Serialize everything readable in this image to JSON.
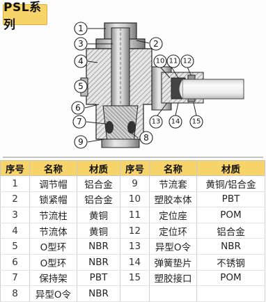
{
  "title": "PSL系列",
  "callouts": [
    "1",
    "2",
    "3",
    "4",
    "5",
    "6",
    "7",
    "8",
    "9",
    "10",
    "11",
    "12",
    "13",
    "14",
    "15"
  ],
  "table": {
    "headers": [
      "序号",
      "名称",
      "材质",
      "序号",
      "名称",
      "材质"
    ],
    "rows": [
      [
        "1",
        "调节帽",
        "铝合金",
        "9",
        "节流套",
        "黄铜/铝合金"
      ],
      [
        "2",
        "锁紧帽",
        "铝合金",
        "10",
        "塑胶本体",
        "PBT"
      ],
      [
        "3",
        "节流柱",
        "黄铜",
        "11",
        "定位座",
        "POM"
      ],
      [
        "4",
        "节流体",
        "黄铜",
        "12",
        "定位环",
        "铝合金"
      ],
      [
        "5",
        "O型环",
        "NBR",
        "13",
        "异型O令",
        "NBR"
      ],
      [
        "6",
        "O型环",
        "NBR",
        "14",
        "弹簧垫片",
        "不锈钢"
      ],
      [
        "7",
        "保持架",
        "PBT",
        "15",
        "塑胶接口",
        "POM"
      ],
      [
        "8",
        "异型O令",
        "NBR",
        "",
        "",
        " "
      ]
    ]
  },
  "colors": {
    "header_bg": "#f7d46a",
    "title_bg": "#f7d46a"
  }
}
